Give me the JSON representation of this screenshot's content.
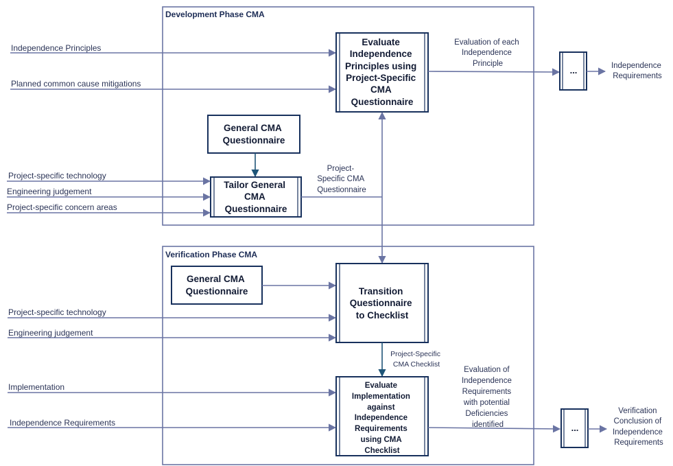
{
  "development_phase": {
    "title": "Development Phase CMA",
    "inputs": {
      "independence_principles": "Independence Principles",
      "planned_mitigations": "Planned common cause mitigations",
      "project_technology": "Project-specific technology",
      "engineering_judgement": "Engineering judgement",
      "concern_areas": "Project-specific concern areas"
    },
    "general_questionnaire": [
      "General CMA",
      "Questionnaire"
    ],
    "tailor_box": [
      "Tailor General",
      "CMA",
      "Questionnaire"
    ],
    "evaluate_box": [
      "Evaluate",
      "Independence",
      "Principles using",
      "Project-Specific",
      "CMA",
      "Questionnaire"
    ],
    "questionnaire_note": [
      "Project-",
      "Specific CMA",
      "Questionnaire"
    ],
    "evaluation_note": [
      "Evaluation of each",
      "Independence",
      "Principle"
    ],
    "ellipsis": "...",
    "output": [
      "Independence",
      "Requirements"
    ]
  },
  "verification_phase": {
    "title": "Verification Phase CMA",
    "general_questionnaire": [
      "General CMA",
      "Questionnaire"
    ],
    "inputs": {
      "project_technology": "Project-specific technology",
      "engineering_judgement": "Engineering judgement",
      "implementation": "Implementation",
      "independence_requirements": "Independence Requirements"
    },
    "transition_box": [
      "Transition",
      "Questionnaire",
      "to Checklist"
    ],
    "checklist_note": [
      "Project-Specific",
      "CMA Checklist"
    ],
    "evaluate_box": [
      "Evaluate",
      "Implementation",
      "against",
      "Independence",
      "Requirements",
      "using CMA",
      "Checklist"
    ],
    "evaluation_note": [
      "Evaluation of",
      "Independence",
      "Requirements",
      "with potential",
      "Deficiencies",
      "identified"
    ],
    "ellipsis": "...",
    "output": [
      "Verification",
      "Conclusion of",
      "Independence",
      "Requirements"
    ]
  }
}
